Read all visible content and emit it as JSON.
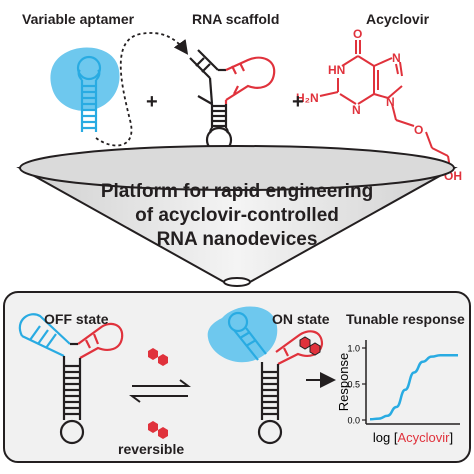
{
  "labels": {
    "variable_aptamer": "Variable aptamer",
    "rna_scaffold": "RNA scaffold",
    "acyclovir": "Acyclovir",
    "plus": "+",
    "platform_line1": "Platform for rapid engineering",
    "platform_line2": "of acyclovir-controlled",
    "platform_line3": "RNA nanodevices",
    "off_state": "OFF state",
    "on_state": "ON state",
    "tunable_response": "Tunable response",
    "reversible": "reversible"
  },
  "molecule": {
    "atom_o": "O",
    "atom_nh": "HN",
    "atom_n_top": "N",
    "atom_n_bottom": "N",
    "atom_n_right": "N",
    "atom_h2n": "H₂N",
    "atom_o_chain": "O",
    "atom_oh": "OH"
  },
  "chart_data": {
    "type": "line",
    "title": "",
    "xlabel_prefix": "log [",
    "xlabel_term": "Acyclovir",
    "xlabel_suffix": "]",
    "ylabel": "Response",
    "yticks": [
      "0.0",
      "0.5",
      "1.0"
    ],
    "ylim": [
      0,
      1
    ],
    "xlim": [
      0,
      1
    ],
    "series": [
      {
        "x": [
          0.0,
          0.1,
          0.2,
          0.3,
          0.4,
          0.5,
          0.6,
          0.7,
          0.8,
          0.9,
          1.0
        ],
        "y": [
          0.01,
          0.02,
          0.06,
          0.18,
          0.42,
          0.66,
          0.81,
          0.88,
          0.9,
          0.9,
          0.9
        ]
      }
    ],
    "grid": false
  },
  "colors": {
    "aptamer": "#29abe2",
    "aptamer_blob": "#6ec8ee",
    "scaffold_red": "#e0323c",
    "ink": "#231f20",
    "funnel_fill": "#dadada",
    "box_fill": "#f1f1f1"
  }
}
